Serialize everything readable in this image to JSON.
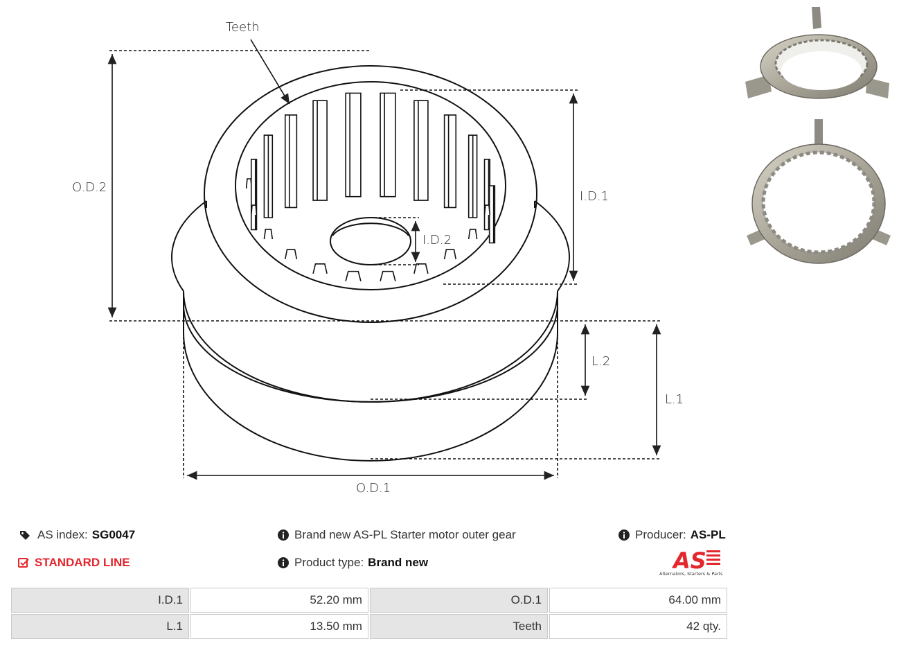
{
  "diagram": {
    "labels": {
      "teeth": "Teeth",
      "od2": "O.D.2",
      "id1": "I.D.1",
      "id2": "I.D.2",
      "l2": "L.2",
      "l1": "L.1",
      "od1": "O.D.1"
    }
  },
  "info": {
    "as_index_label": "AS index:",
    "as_index_value": "SG0047",
    "line": "STANDARD LINE",
    "description": "Brand new AS-PL Starter motor outer gear",
    "product_type_label": "Product type:",
    "product_type_value": "Brand new",
    "producer_label": "Producer:",
    "producer_value": "AS-PL"
  },
  "logo": {
    "mark": "AS",
    "tagline": "Alternators, Starters & Parts",
    "color": "#e4262d"
  },
  "specs": [
    {
      "label1": "I.D.1",
      "value1": "52.20 mm",
      "label2": "O.D.1",
      "value2": "64.00 mm"
    },
    {
      "label1": "L.1",
      "value1": "13.50 mm",
      "label2": "Teeth",
      "value2": "42 qty."
    }
  ],
  "colors": {
    "accent_red": "#e4262d",
    "header_cell": "#e5e5e5"
  }
}
